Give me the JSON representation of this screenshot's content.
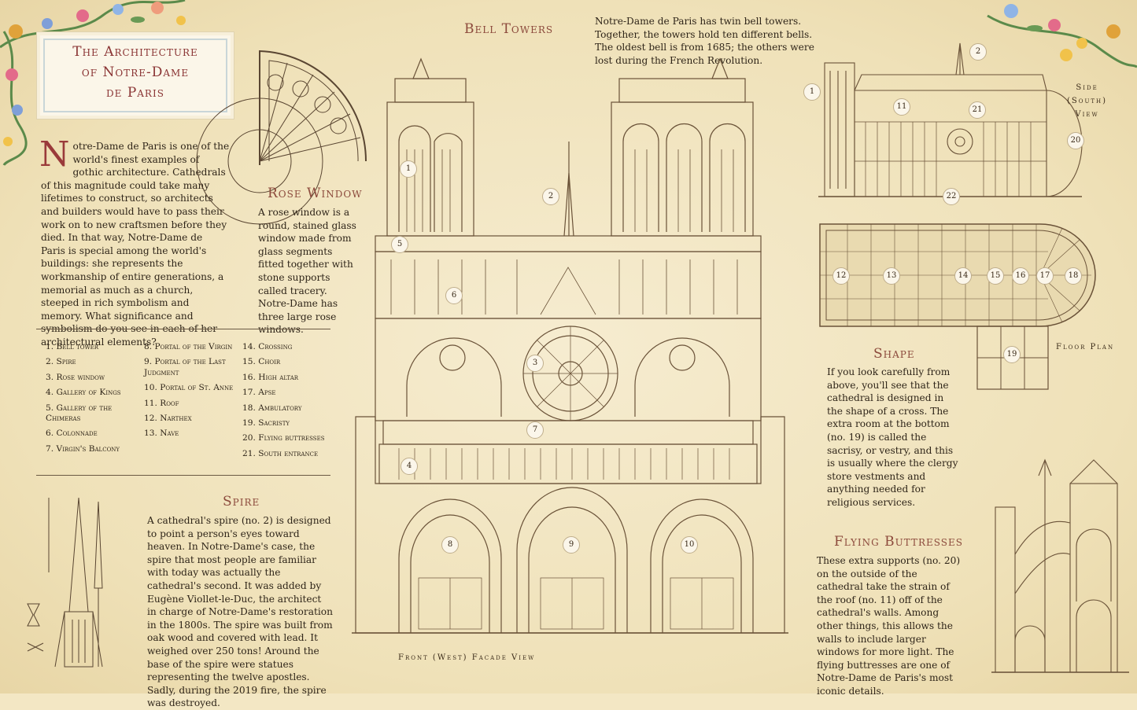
{
  "title": {
    "line1": "The Architecture",
    "line2": "of Notre-Dame",
    "line3": "de Paris"
  },
  "intro": {
    "dropcap": "N",
    "text": "otre-Dame de Paris is one of the world's finest examples of gothic architecture. Cathedrals of this magnitude could take many lifetimes to construct, so architects and builders would have to pass their work on to new craftsmen before they died. In that way, Notre-Dame de Paris is special among the world's buildings: she represents the workmanship of entire generations, a memorial as much as a church, steeped in rich symbolism and memory. What significance and symbolism do you see in each of her architectural elements?"
  },
  "rose_window": {
    "heading": "Rose Window",
    "text": "A rose window is a round, stained glass window made from glass segments fitted together with stone supports called tracery. Notre-Dame has three large rose windows."
  },
  "bell_towers": {
    "heading": "Bell Towers",
    "text": "Notre-Dame de Paris has twin bell towers. Together, the towers hold ten different bells. The oldest bell is from 1685; the others were lost during the French Revolution."
  },
  "legend": {
    "col1": [
      "1. Bell tower",
      "2. Spire",
      "3. Rose window",
      "4. Gallery of Kings",
      "5. Gallery of the Chimeras",
      "6. Colonnade",
      "7. Virgin's Balcony"
    ],
    "col2": [
      "8. Portal of the Virgin",
      "9. Portal of the Last Judgment",
      "10. Portal of St. Anne",
      "11. Roof",
      "12. Narthex",
      "13. Nave"
    ],
    "col3": [
      "14. Crossing",
      "15. Choir",
      "16. High altar",
      "17. Apse",
      "18. Ambulatory",
      "19. Sacristy",
      "20. Flying buttresses",
      "21. South entrance"
    ]
  },
  "spire": {
    "heading": "Spire",
    "text": "A cathedral's spire (no. 2) is designed to point a person's eyes toward heaven. In Notre-Dame's case, the spire that most people are familiar with today was actually the cathedral's second. It was added by Eugène Viollet-le-Duc, the architect in charge of Notre-Dame's restoration in the 1800s. The spire was built from oak wood and covered with lead. It weighed over 250 tons! Around the base of the spire were statues representing the twelve apostles. Sadly, during the 2019 fire, the spire was destroyed."
  },
  "facade_caption": "Front (West) Facade View",
  "side_caption": {
    "line1": "Side",
    "line2": "(South)",
    "line3": "View"
  },
  "floor_caption": "Floor Plan",
  "shape": {
    "heading": "Shape",
    "text": "If you look carefully from above, you'll see that the cathedral is designed in the shape of a cross. The extra room at the bottom (no. 19) is called the sacrisy, or vestry, and this is usually where the clergy store vestments and anything needed for religious services."
  },
  "flying_buttresses": {
    "heading": "Flying Buttresses",
    "text": "These extra supports (no. 20) on the outside of the cathedral take the strain of the roof (no. 11) off of the cathedral's walls. Among other things, this allows the walls to include larger windows for more light. The flying buttresses are one of Notre-Dame de Paris's most iconic details."
  },
  "facade_markers": [
    "1",
    "2",
    "3",
    "4",
    "5",
    "6",
    "7",
    "8",
    "9",
    "10"
  ],
  "side_markers": [
    "1",
    "2",
    "11",
    "21",
    "20",
    "22"
  ],
  "plan_markers": [
    "12",
    "13",
    "14",
    "15",
    "16",
    "17",
    "18",
    "19"
  ],
  "colors": {
    "ink": "#3a2a18",
    "accent": "#8c4a3c",
    "title": "#8a3434",
    "paper": "#f3e7c4"
  }
}
